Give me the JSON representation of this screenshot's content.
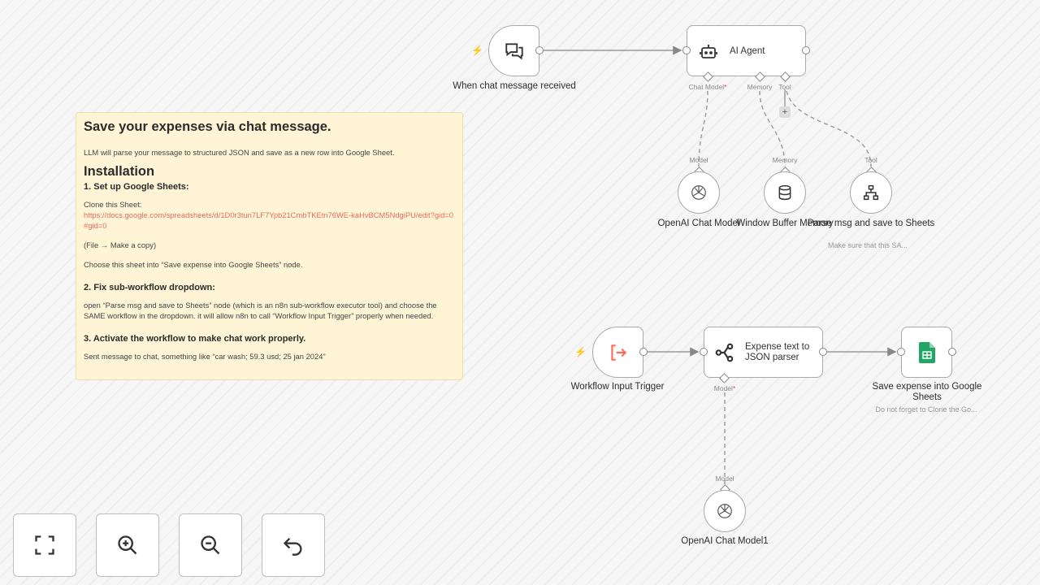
{
  "sticky": {
    "title": "Save your expenses via chat message.",
    "intro": "LLM will parse your message to structured JSON and save as a new row into Google Sheet.",
    "installation": "Installation",
    "step1": "1. Set up Google Sheets:",
    "clone": "Clone this Sheet:",
    "link": "https://docs.google.com/spreadsheets/d/1D0r3tun7LF7Ypb21CmbTKEtn76WE-kaHvBCM5NdgiPU/edit?gid=0#gid=0",
    "copy": "(File → Make a copy)",
    "choose": "Choose this sheet into “Save expense into Google Sheets” node.",
    "step2": "2. Fix sub-workflow dropdown:",
    "fix": "open “Parse msg and save to Sheets” node (which is an n8n sub-workflow executor tool) and choose the SAME workflow in the dropdown. it will allow n8n to call “Workflow Input Trigger” properly when needed.",
    "step3": "3. Activate the workflow to make chat work properly.",
    "sent": "Sent message to chat, something like “car wash; 59.3 usd; 25 jan 2024”"
  },
  "nodes": {
    "chat_trigger": {
      "label": "When chat message received"
    },
    "ai_agent": {
      "label": "AI Agent",
      "ports": {
        "chat_model": "Chat Model",
        "memory": "Memory",
        "tool": "Tool"
      }
    },
    "openai": {
      "label": "OpenAI Chat Model",
      "port": "Model"
    },
    "memory": {
      "label": "Window Buffer Memory",
      "port": "Memory"
    },
    "parse": {
      "label": "Parse msg and save to Sheets",
      "port": "Tool",
      "note": "Make sure that this SA..."
    },
    "wf_trigger": {
      "label": "Workflow Input Trigger"
    },
    "parser": {
      "label": "Expense text to JSON parser",
      "port": "Model"
    },
    "sheets": {
      "label": "Save expense into Google Sheets",
      "note": "Do not forget to Clone the Go..."
    },
    "openai1": {
      "label": "OpenAI Chat Model1",
      "port": "Model"
    }
  },
  "colors": {
    "trigger": "#ff6d5a",
    "sheets": "#23a566",
    "link": "#ec6a5e",
    "sticky": "#fff5d6"
  },
  "controls": [
    "fit-view",
    "zoom-in",
    "zoom-out",
    "undo"
  ]
}
